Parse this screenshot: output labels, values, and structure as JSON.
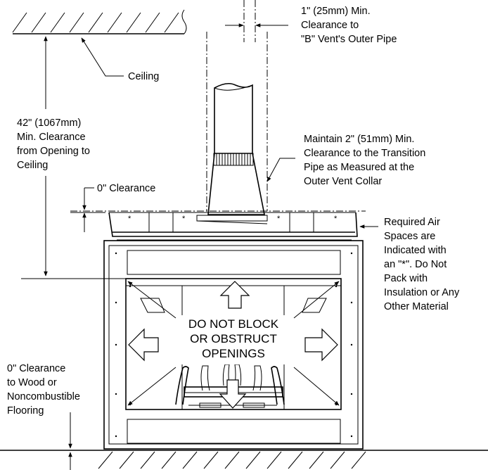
{
  "labels": {
    "vent_clearance": [
      "1\" (25mm) Min.",
      "Clearance to",
      "\"B\" Vent's Outer Pipe"
    ],
    "ceiling": "Ceiling",
    "ceiling_clearance": [
      "42\" (1067mm)",
      "Min. Clearance",
      "from Opening to",
      "Ceiling"
    ],
    "transition_pipe": [
      "Maintain 2\" (51mm) Min.",
      "Clearance to the Transition",
      "Pipe as Measured at the",
      "Outer Vent Collar"
    ],
    "zero_clearance_top": "0\" Clearance",
    "air_spaces": [
      "Required Air",
      "Spaces are",
      "Indicated with",
      "an \"*\".  Do Not",
      "Pack with",
      "Insulation or Any",
      "Other Material"
    ],
    "do_not_block": [
      "DO NOT BLOCK",
      "OR OBSTRUCT",
      "OPENINGS"
    ],
    "floor_clearance": [
      "0\" Clearance",
      "to Wood or",
      "Noncombustible",
      "Flooring"
    ],
    "asterisk": "*"
  }
}
